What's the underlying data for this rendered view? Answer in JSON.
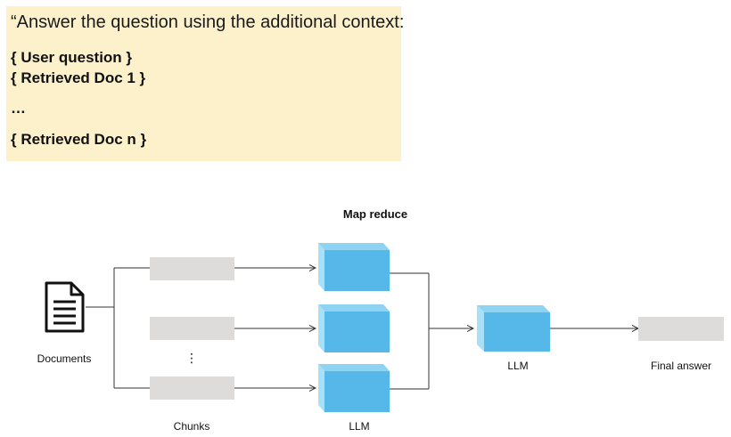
{
  "prompt": {
    "intro": "“Answer the question using the additional context:",
    "user_question": "{ User question }",
    "retrieved_doc_1": "{ Retrieved Doc 1 }",
    "ellipsis": "…",
    "retrieved_doc_n": "{ Retrieved Doc n }"
  },
  "diagram": {
    "title": "Map reduce",
    "documents_label": "Documents",
    "chunks_label": "Chunks",
    "llm_label_map": "LLM",
    "llm_label_reduce": "LLM",
    "final_answer_label": "Final answer",
    "vertical_ellipsis": "⋮",
    "icons": {
      "documents": "document-icon"
    },
    "colors": {
      "prompt_bg": "#fdf1cc",
      "chunk": "#dddcda",
      "llm_front": "#55b8e8",
      "llm_top": "#8fd3f3",
      "llm_side": "#a8e0f8",
      "line": "#333333"
    }
  }
}
